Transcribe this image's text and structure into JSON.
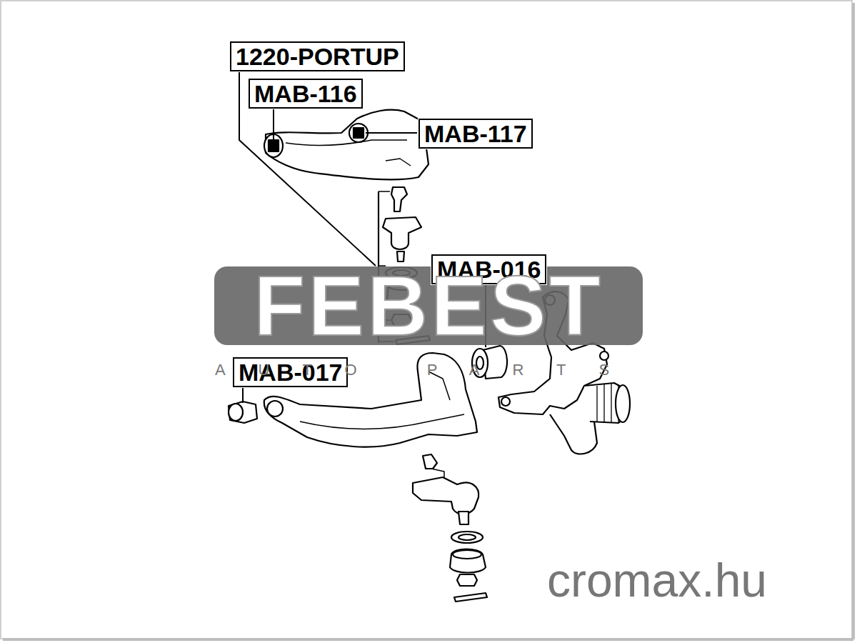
{
  "diagram": {
    "nodes": [
      {
        "text": [
          "1220-PORTUP"
        ]
      },
      {
        "text": [
          "MAB-116"
        ]
      },
      {
        "text": [
          "MAB-117"
        ]
      },
      {
        "text": [
          "MAB-016"
        ]
      },
      {
        "text": [
          "MAB-017"
        ]
      }
    ],
    "labels": [
      "FEBEST",
      "AUTO PARTS",
      "cromax.hu"
    ]
  }
}
